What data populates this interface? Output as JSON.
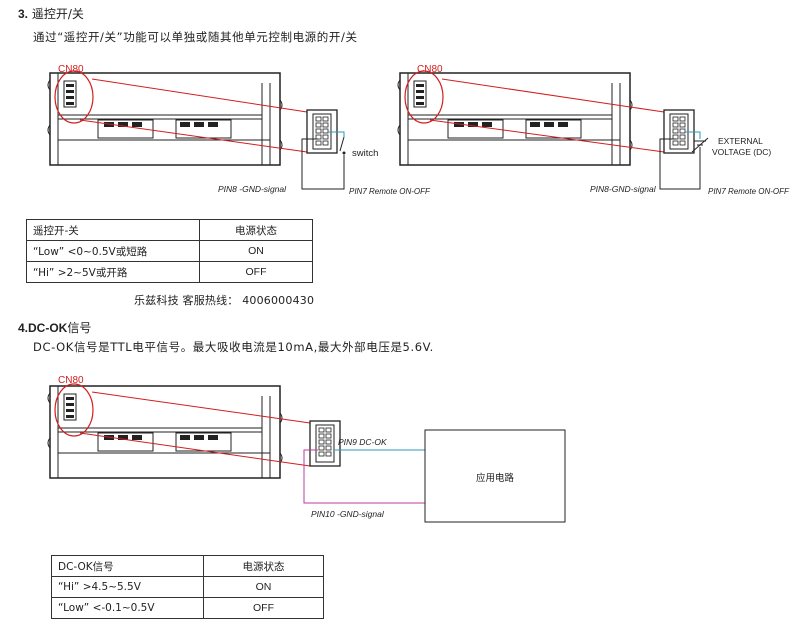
{
  "section3": {
    "heading_num": "3.",
    "heading_text": "遥控开/关",
    "description": "通过“遥控开/关”功能可以单独或随其他单元控制电源的开/关",
    "diagram": {
      "connector": "CN80",
      "switch_label": "switch",
      "pin8_label": "PIN8 -GND-signal",
      "pin7_label": "PIN7 Remote ON-OFF",
      "pin8_label_b": "PIN8-GND-signal",
      "pin7_label_b": "PIN7 Remote ON-OFF",
      "external_line1": "EXTERNAL",
      "external_line2": "VOLTAGE (DC)"
    },
    "table": {
      "header": [
        "遥控开-关",
        "电源状态"
      ],
      "rows": [
        [
          "“Low” <0~0.5V或短路",
          "ON"
        ],
        [
          "“Hi” >2~5V或开路",
          "OFF"
        ]
      ]
    },
    "hotline": "乐兹科技 客服热线： 4006000430"
  },
  "section4": {
    "heading_num": "4.",
    "heading_bold": "DC-OK",
    "heading_text": "信号",
    "description": "DC-OK信号是TTL电平信号。最大吸收电流是10mA,最大外部电压是5.6V.",
    "diagram": {
      "connector": "CN80",
      "pin9_label": "PIN9 DC-OK",
      "pin10_label": "PIN10 -GND-signal",
      "box_label": "应用电路"
    },
    "table": {
      "header": [
        "DC-OK信号",
        "电源状态"
      ],
      "rows": [
        [
          "“Hi” >4.5~5.5V",
          "ON"
        ],
        [
          "“Low” <-0.1~0.5V",
          "OFF"
        ]
      ]
    }
  }
}
